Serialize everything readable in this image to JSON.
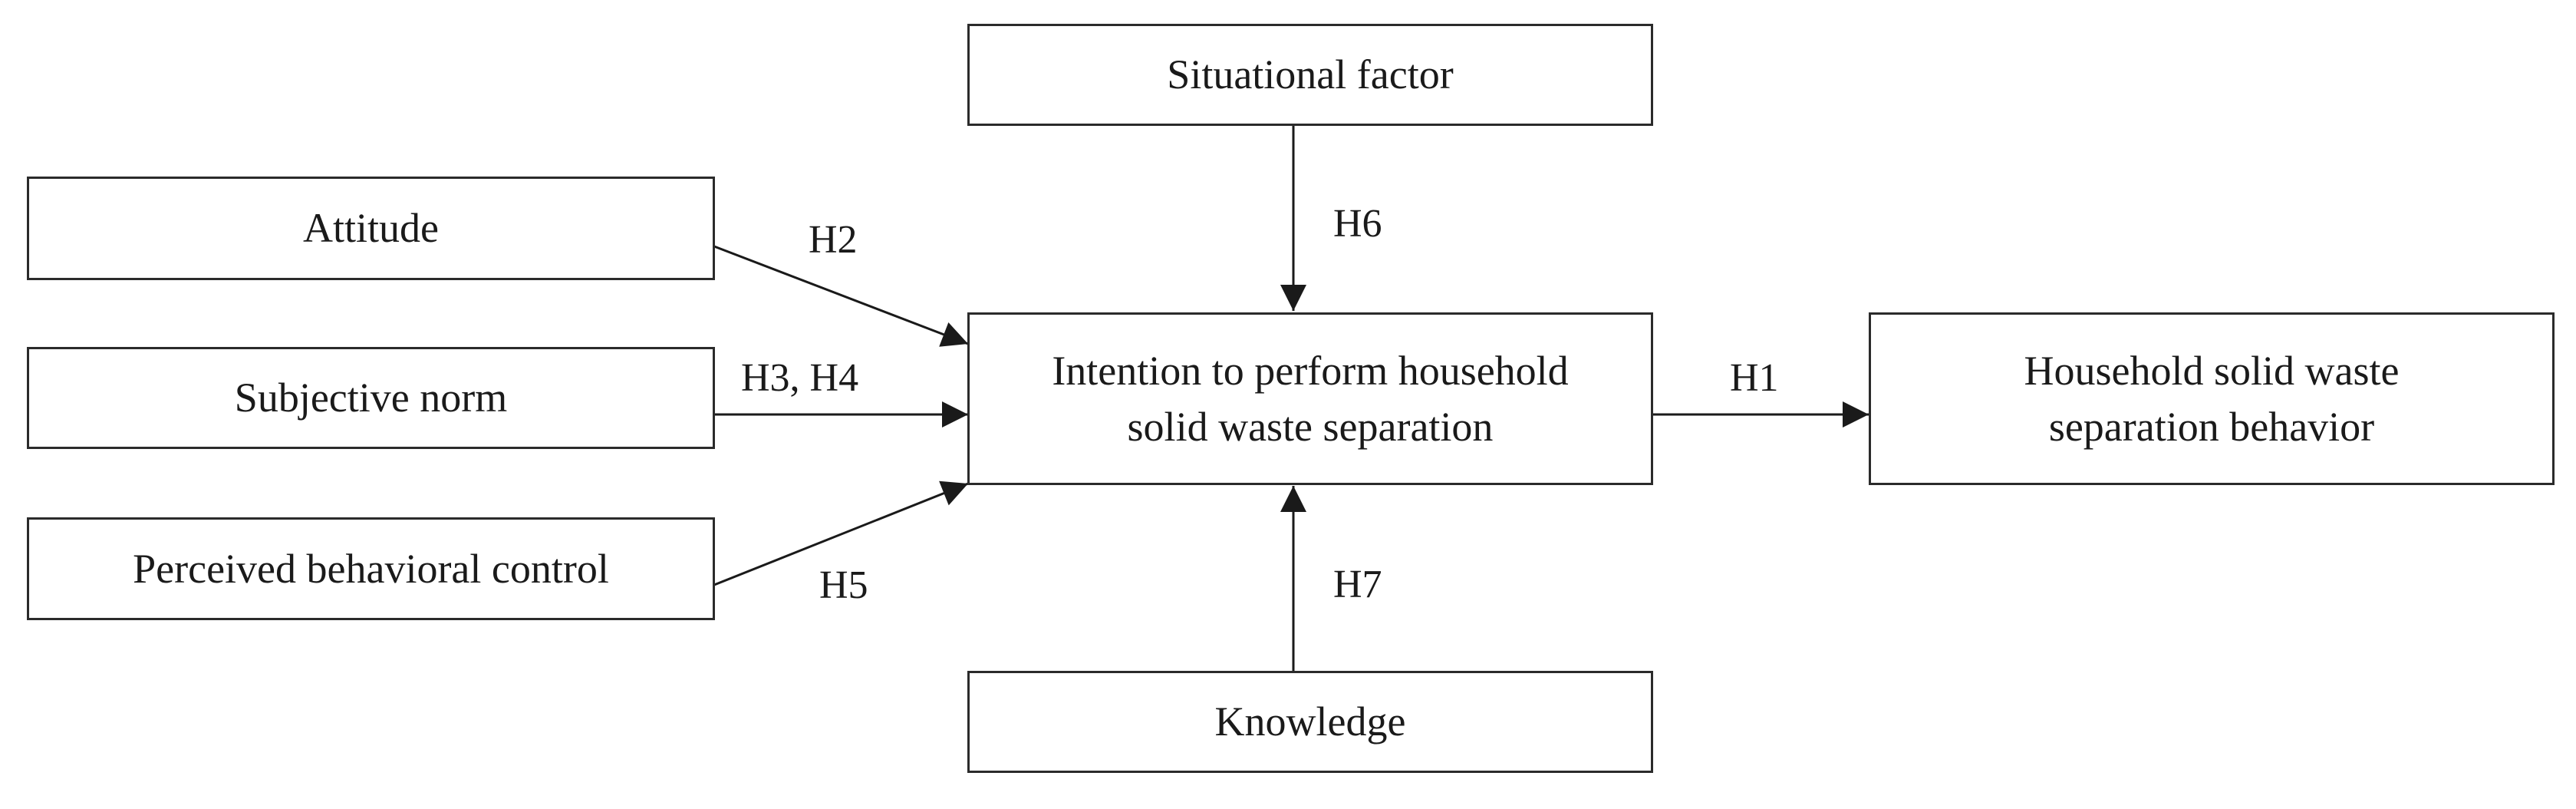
{
  "nodes": {
    "situational": "Situational factor",
    "attitude": "Attitude",
    "subjective_norm": "Subjective norm",
    "pbc": "Perceived behavioral control",
    "intention_line1": "Intention to perform household",
    "intention_line2": "solid waste separation",
    "behavior_line1": "Household solid waste",
    "behavior_line2": "separation behavior",
    "knowledge": "Knowledge"
  },
  "edges": {
    "h1": "H1",
    "h2": "H2",
    "h3_h4": "H3, H4",
    "h5": "H5",
    "h6": "H6",
    "h7": "H7"
  }
}
